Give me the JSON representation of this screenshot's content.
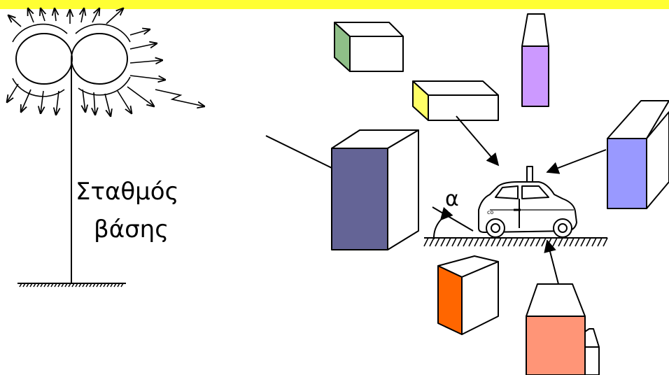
{
  "labels": {
    "station_line1": "Σταθμός",
    "station_line2": "βάσης",
    "angle": "α"
  },
  "colors": {
    "banner": "#ffff33",
    "block_green": "#8fbf88",
    "block_yellow": "#ffff66",
    "tower_purple": "#cc99ff",
    "block_blue": "#9999ff",
    "building_dark": "#646496",
    "block_orange": "#ff6600",
    "house_salmon": "#ff9577"
  }
}
